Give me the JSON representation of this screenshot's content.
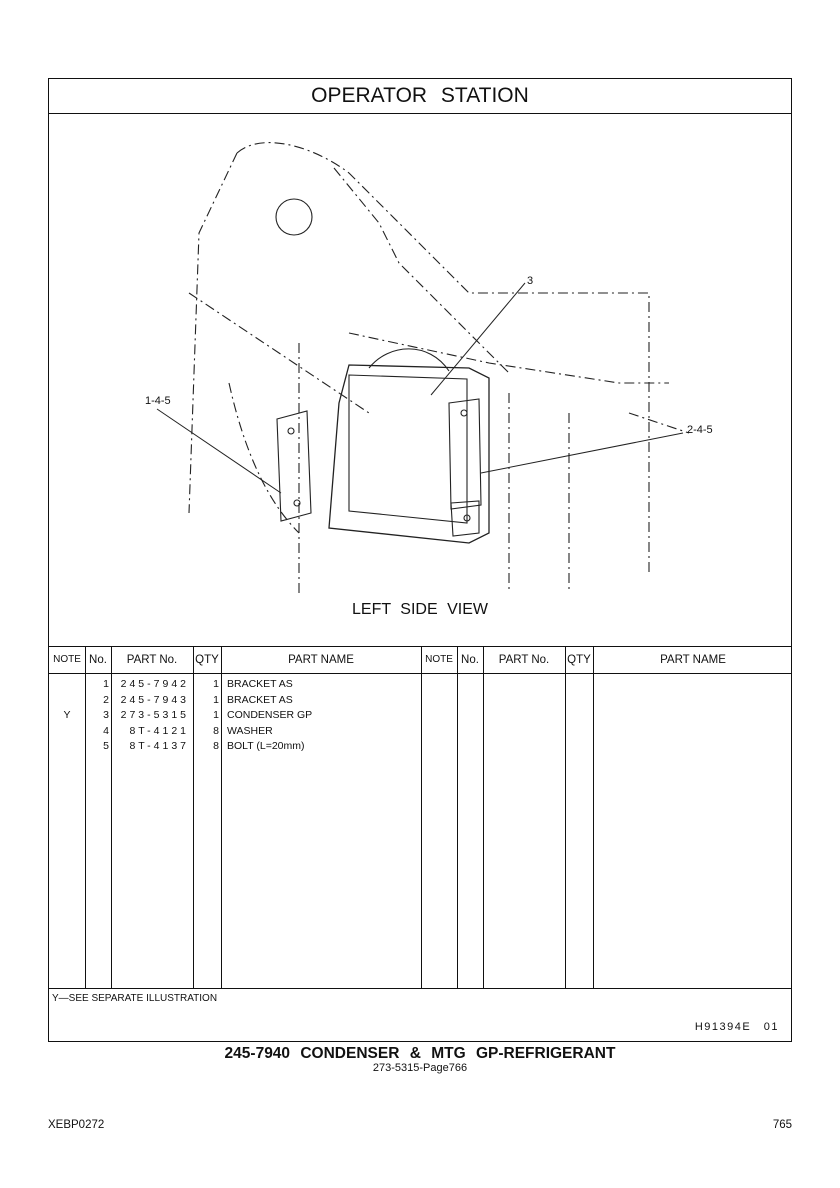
{
  "title": "OPERATOR STATION",
  "illustration": {
    "view_label": "LEFT SIDE VIEW",
    "callouts": [
      "3",
      "1-4-5",
      "2-4-5"
    ]
  },
  "table": {
    "headers": [
      "NOTE",
      "No.",
      "PART No.",
      "QTY",
      "PART NAME"
    ],
    "rows": [
      {
        "note": "",
        "no": "1",
        "part_no": "245-7942",
        "qty": "1",
        "name": "BRACKET AS"
      },
      {
        "note": "",
        "no": "2",
        "part_no": "245-7943",
        "qty": "1",
        "name": "BRACKET AS"
      },
      {
        "note": "Y",
        "no": "3",
        "part_no": "273-5315",
        "qty": "1",
        "name": "CONDENSER GP"
      },
      {
        "note": "",
        "no": "4",
        "part_no": "8T-4121",
        "qty": "8",
        "name": "WASHER"
      },
      {
        "note": "",
        "no": "5",
        "part_no": "8T-4137",
        "qty": "8",
        "name": "BOLT (L=20mm)"
      }
    ]
  },
  "footer": {
    "note": "Y—SEE SEPARATE ILLUSTRATION",
    "illustration_ref": "H91394E 01"
  },
  "caption": {
    "main": "245-7940 CONDENSER & MTG GP-REFRIGERANT",
    "sub": "273-5315-Page766"
  },
  "page": {
    "doc_id": "XEBP0272",
    "number": "765"
  }
}
